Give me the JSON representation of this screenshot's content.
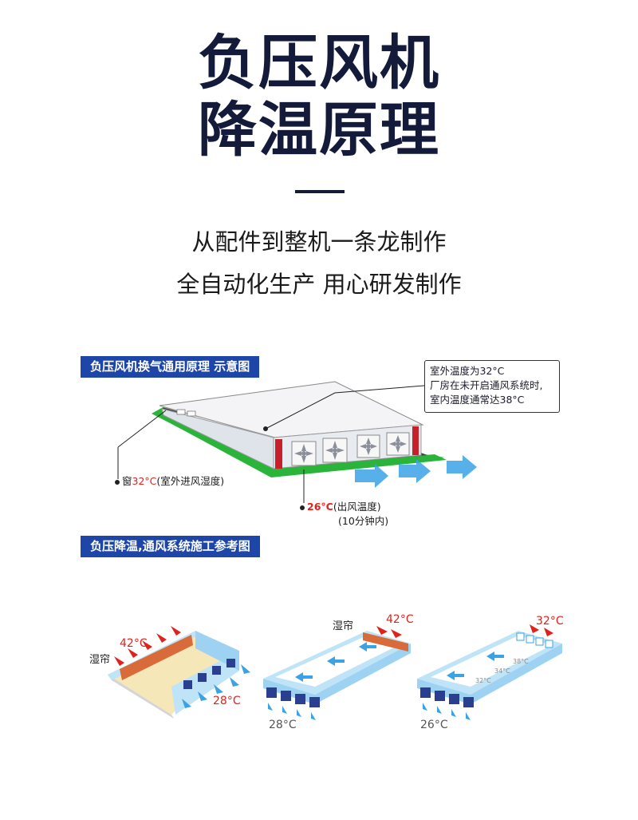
{
  "title": {
    "line1": "负压风机",
    "line2": "降温原理"
  },
  "subtitle": {
    "line1": "从配件到整机一条龙制作",
    "line2": "全自动化生产 用心研发制作"
  },
  "section1": {
    "banner": "负压风机换气通用原理 示意图",
    "callout": {
      "line1": "室外温度为32°C",
      "line2": "厂房在未开启通风系统时,",
      "line3": "室内温度通常达38°C"
    },
    "window_label": {
      "prefix": "窗",
      "temp": "32°C",
      "suffix": "(室外进风湿度)"
    },
    "outlet_label": {
      "temp": "26°C",
      "suffix": "(出风温度)",
      "time": "(10分钟内)"
    }
  },
  "section2": {
    "banner": "负压降温,通风系统施工参考图",
    "diagram_a": {
      "curtain": "湿帘",
      "in_temp": "42°C",
      "out_temp": "28°C"
    },
    "diagram_b": {
      "curtain": "湿帘",
      "in_temp": "42°C",
      "out_temp": "28°C"
    },
    "diagram_c": {
      "in_temp": "32°C",
      "gradient": [
        "32°C",
        "34°C",
        "38°C"
      ],
      "out_temp": "26°C"
    }
  },
  "colors": {
    "title": "#141b3a",
    "banner": "#1d46a8",
    "hot": "#e0221e",
    "cool_arrow": "#3aa3e6",
    "ground": "#2ab53a",
    "curtain": "#d96a3a"
  }
}
